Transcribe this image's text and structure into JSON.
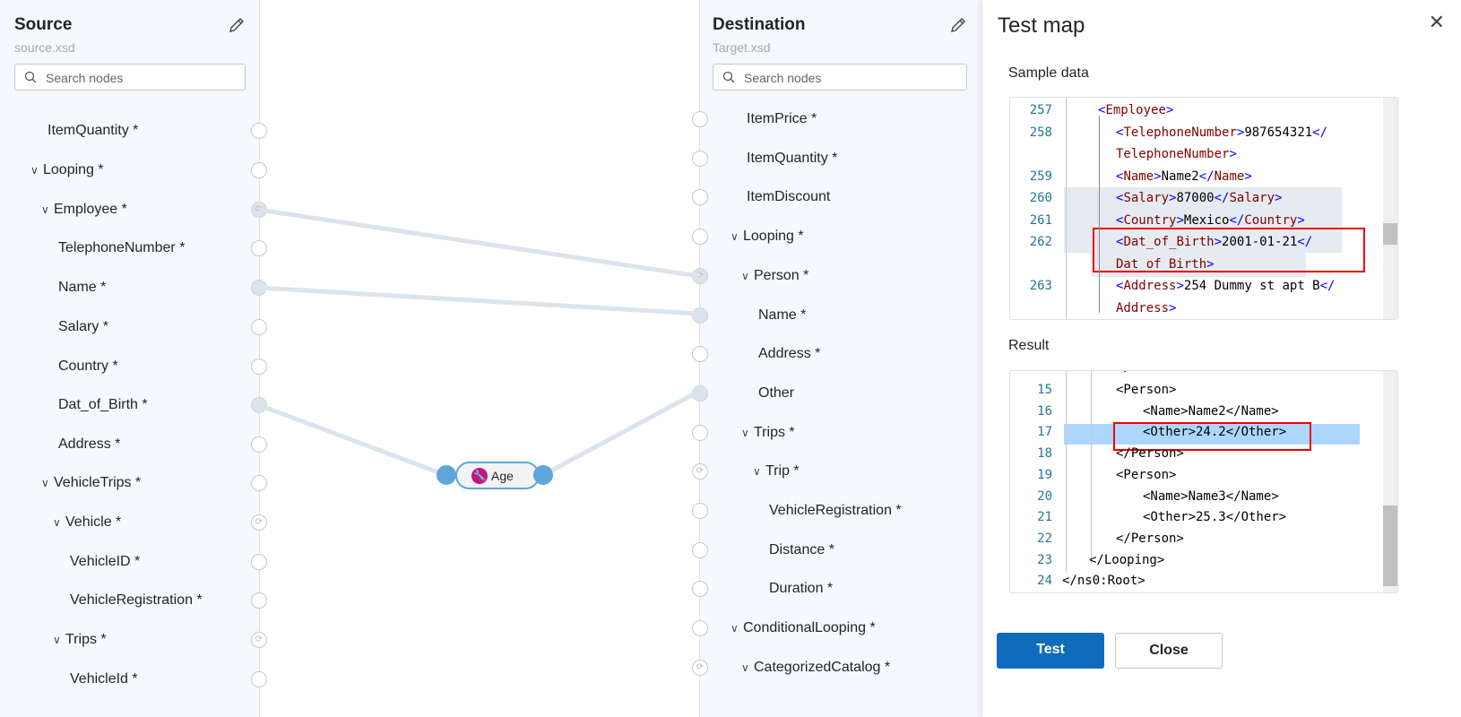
{
  "source": {
    "title": "Source",
    "file": "source.xsd",
    "search_placeholder": "Search nodes",
    "nodes": [
      {
        "label": "ItemQuantity *",
        "chevron": false
      },
      {
        "label": "Looping *",
        "chevron": true
      },
      {
        "label": "Employee *",
        "chevron": true
      },
      {
        "label": "TelephoneNumber *",
        "chevron": false
      },
      {
        "label": "Name *",
        "chevron": false
      },
      {
        "label": "Salary *",
        "chevron": false
      },
      {
        "label": "Country *",
        "chevron": false
      },
      {
        "label": "Dat_of_Birth *",
        "chevron": false
      },
      {
        "label": "Address *",
        "chevron": false
      },
      {
        "label": "VehicleTrips *",
        "chevron": true
      },
      {
        "label": "Vehicle *",
        "chevron": true
      },
      {
        "label": "VehicleID *",
        "chevron": false
      },
      {
        "label": "VehicleRegistration *",
        "chevron": false
      },
      {
        "label": "Trips *",
        "chevron": true
      },
      {
        "label": "VehicleId *",
        "chevron": false
      }
    ]
  },
  "destination": {
    "title": "Destination",
    "file": "Target.xsd",
    "search_placeholder": "Search nodes",
    "nodes": [
      {
        "label": "ItemPrice *",
        "chevron": false
      },
      {
        "label": "ItemQuantity *",
        "chevron": false
      },
      {
        "label": "ItemDiscount",
        "chevron": false
      },
      {
        "label": "Looping *",
        "chevron": true
      },
      {
        "label": "Person *",
        "chevron": true
      },
      {
        "label": "Name *",
        "chevron": false
      },
      {
        "label": "Address *",
        "chevron": false
      },
      {
        "label": "Other",
        "chevron": false
      },
      {
        "label": "Trips *",
        "chevron": true
      },
      {
        "label": "Trip *",
        "chevron": true
      },
      {
        "label": "VehicleRegistration *",
        "chevron": false
      },
      {
        "label": "Distance *",
        "chevron": false
      },
      {
        "label": "Duration *",
        "chevron": false
      },
      {
        "label": "ConditionalLooping *",
        "chevron": true
      },
      {
        "label": "CategorizedCatalog *",
        "chevron": true
      }
    ]
  },
  "function_node": {
    "label": "Age",
    "icon": "wrench-icon",
    "color": "#c4147f"
  },
  "connection_color": "#dbe4ec",
  "test_map": {
    "title": "Test map",
    "sample_label": "Sample data",
    "result_label": "Result",
    "test_button": "Test",
    "close_button": "Close",
    "sample_lines": [
      {
        "num": "257",
        "parts": [
          [
            "t",
            "<"
          ],
          [
            "n",
            "Employee"
          ],
          [
            "t",
            ">"
          ]
        ]
      },
      {
        "num": "258",
        "parts": [
          [
            "t",
            "<"
          ],
          [
            "n",
            "TelephoneNumber"
          ],
          [
            "t",
            ">"
          ],
          [
            "v",
            "987654321"
          ],
          [
            "t",
            "</"
          ]
        ]
      },
      {
        "num": "",
        "parts": [
          [
            "n",
            "TelephoneNumber"
          ],
          [
            "t",
            ">"
          ]
        ]
      },
      {
        "num": "259",
        "parts": [
          [
            "t",
            "<"
          ],
          [
            "n",
            "Name"
          ],
          [
            "t",
            ">"
          ],
          [
            "v",
            "Name2"
          ],
          [
            "t",
            "</"
          ],
          [
            "n",
            "Name"
          ],
          [
            "t",
            ">"
          ]
        ]
      },
      {
        "num": "260",
        "parts": [
          [
            "t",
            "<"
          ],
          [
            "n",
            "Salary"
          ],
          [
            "t",
            ">"
          ],
          [
            "v",
            "87000"
          ],
          [
            "t",
            "</"
          ],
          [
            "n",
            "Salary"
          ],
          [
            "t",
            ">"
          ]
        ]
      },
      {
        "num": "261",
        "parts": [
          [
            "t",
            "<"
          ],
          [
            "n",
            "Country"
          ],
          [
            "t",
            ">"
          ],
          [
            "v",
            "Mexico"
          ],
          [
            "t",
            "</"
          ],
          [
            "n",
            "Country"
          ],
          [
            "t",
            ">"
          ]
        ]
      },
      {
        "num": "262",
        "parts": [
          [
            "t",
            "<"
          ],
          [
            "n",
            "Dat_of_Birth"
          ],
          [
            "t",
            ">"
          ],
          [
            "v",
            "2001-01-21"
          ],
          [
            "t",
            "</"
          ]
        ]
      },
      {
        "num": "",
        "parts": [
          [
            "n",
            "Dat_of_Birth"
          ],
          [
            "t",
            ">"
          ]
        ]
      },
      {
        "num": "263",
        "parts": [
          [
            "t",
            "<"
          ],
          [
            "n",
            "Address"
          ],
          [
            "t",
            ">"
          ],
          [
            "v",
            "254 Dummy st apt B"
          ],
          [
            "t",
            "</"
          ]
        ]
      },
      {
        "num": "",
        "parts": [
          [
            "n",
            "Address"
          ],
          [
            "t",
            ">"
          ]
        ]
      }
    ],
    "result_lines": [
      {
        "num": "15",
        "indent": 2,
        "text": "<Person>"
      },
      {
        "num": "16",
        "indent": 3,
        "text": "<Name>Name2</Name>"
      },
      {
        "num": "17",
        "indent": 3,
        "text": "<Other>24.2</Other>"
      },
      {
        "num": "18",
        "indent": 2,
        "text": "</Person>"
      },
      {
        "num": "19",
        "indent": 2,
        "text": "<Person>"
      },
      {
        "num": "20",
        "indent": 3,
        "text": "<Name>Name3</Name>"
      },
      {
        "num": "21",
        "indent": 3,
        "text": "<Other>25.3</Other>"
      },
      {
        "num": "22",
        "indent": 2,
        "text": "</Person>"
      },
      {
        "num": "23",
        "indent": 1,
        "text": "</Looping>"
      },
      {
        "num": "24",
        "indent": 0,
        "text": "</ns0:Root>"
      }
    ]
  }
}
